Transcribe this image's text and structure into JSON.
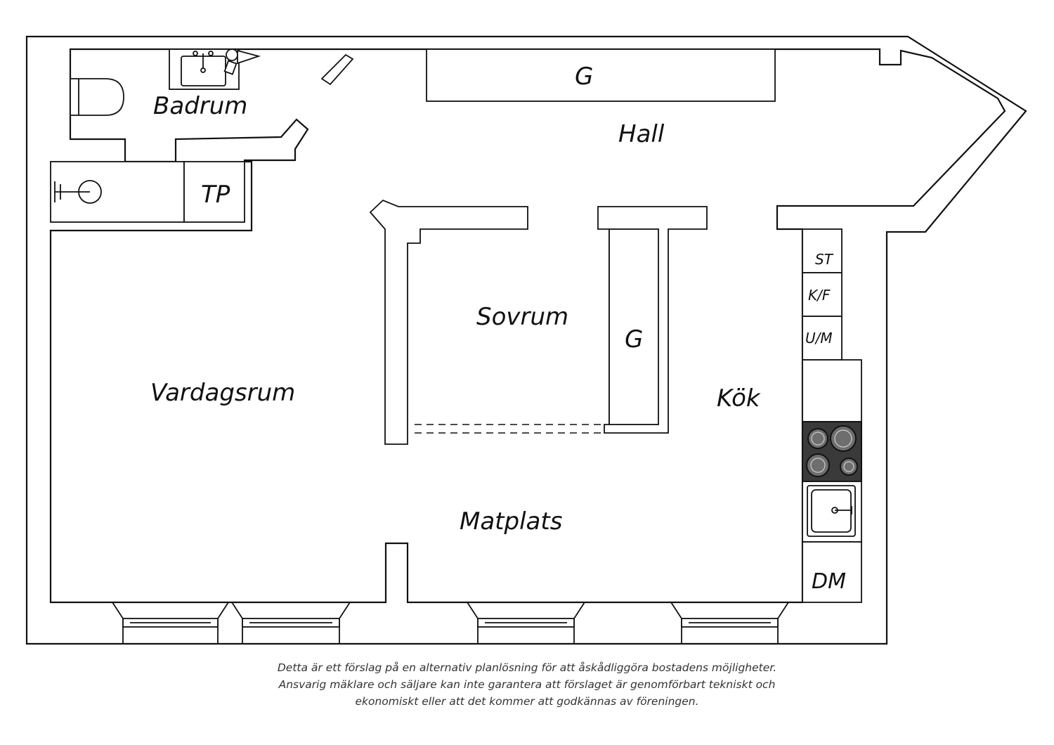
{
  "rooms": {
    "badrum": "Badrum",
    "hall": "Hall",
    "tp": "TP",
    "sovrum": "Sovrum",
    "vardagsrum": "Vardagsrum",
    "kok": "Kök",
    "matplats": "Matplats",
    "garderob_hall": "G",
    "garderob_sovrum": "G"
  },
  "kitchen_units": {
    "st": "ST",
    "kf": "K/F",
    "um": "U/M",
    "dm": "DM"
  },
  "disclaimer": {
    "line1": "Detta är ett förslag på en alternativ planlösning för att åskådliggöra bostadens möjligheter.",
    "line2": "Ansvarig mäklare och säljare kan inte garantera att förslaget är genomförbart tekniskt och",
    "line3": "ekonomiskt eller att det kommer att godkännas av föreningen."
  },
  "colors": {
    "line": "#111111",
    "hob": "#3a3a3a",
    "background": "#ffffff"
  }
}
